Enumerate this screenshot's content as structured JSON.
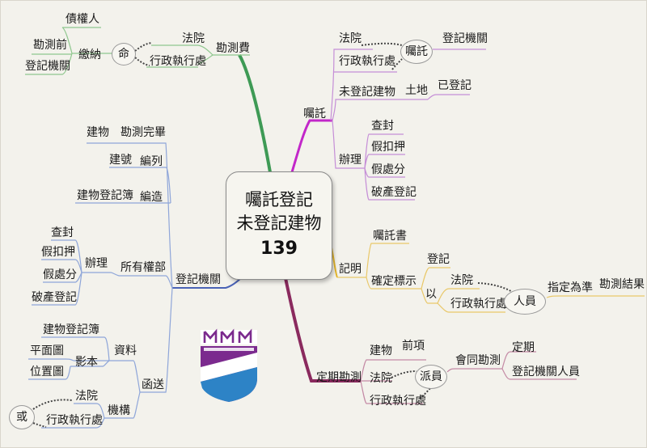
{
  "center": {
    "line1": "囑託登記",
    "line2": "未登記建物",
    "line3": "139"
  },
  "branches": {
    "fee": {
      "label": "勘測費",
      "payee": "法院",
      "agency": "行政執行處",
      "order_bubble": "命",
      "pay": "繳納",
      "creditor": "債權人",
      "pre_survey": "勘測前",
      "registry": "登記機關"
    },
    "entrust": {
      "label": "囑託",
      "court": "法院",
      "agency": "行政執行處",
      "entrust_bubble": "囑託",
      "registry": "登記機關",
      "unregistered": "未登記建物",
      "land": "土地",
      "registered": "已登記",
      "handle": "辦理",
      "items": [
        "查封",
        "假扣押",
        "假處分",
        "破產登記"
      ]
    },
    "statement": {
      "label": "記明",
      "letter": "囑託書",
      "confirm": "確定標示",
      "register": "登記",
      "by": "以",
      "court": "法院",
      "agency": "行政執行處",
      "person_bubble": "人員",
      "designate": "指定為準",
      "result": "勘測結果"
    },
    "survey": {
      "label": "定期勘測",
      "building": "建物",
      "preceding": "前項",
      "court": "法院",
      "agency": "行政執行處",
      "dispatch_bubble": "派員",
      "joint": "會同勘測",
      "scheduled": "定期",
      "registry_staff": "登記機關人員"
    },
    "registry": {
      "label": "登記機關",
      "done": "勘測完畢",
      "building": "建物",
      "compile": "編列",
      "number": "建號",
      "make": "編造",
      "book": "建物登記簿",
      "ownership": "所有權部",
      "handle": "辦理",
      "items": [
        "查封",
        "假扣押",
        "假處分",
        "破產登記"
      ],
      "send": "函送",
      "material": "資料",
      "copy": "影本",
      "copy_items": [
        "建物登記簿",
        "平面圖",
        "位置圖"
      ],
      "agency_label": "機構",
      "court": "法院",
      "agency": "行政執行處",
      "or_bubble": "或"
    }
  },
  "colors": {
    "fee": "#3e9a55",
    "entrust": "#c227c9",
    "statement": "#e3b52a",
    "survey": "#8a2a5e",
    "registry": "#4a63b6",
    "sub_fee": "#8fc78e",
    "sub_entrust": "#c58ed7",
    "sub_statement": "#e9c86a",
    "sub_survey": "#c48aa5",
    "sub_registry": "#8fa6d9"
  }
}
